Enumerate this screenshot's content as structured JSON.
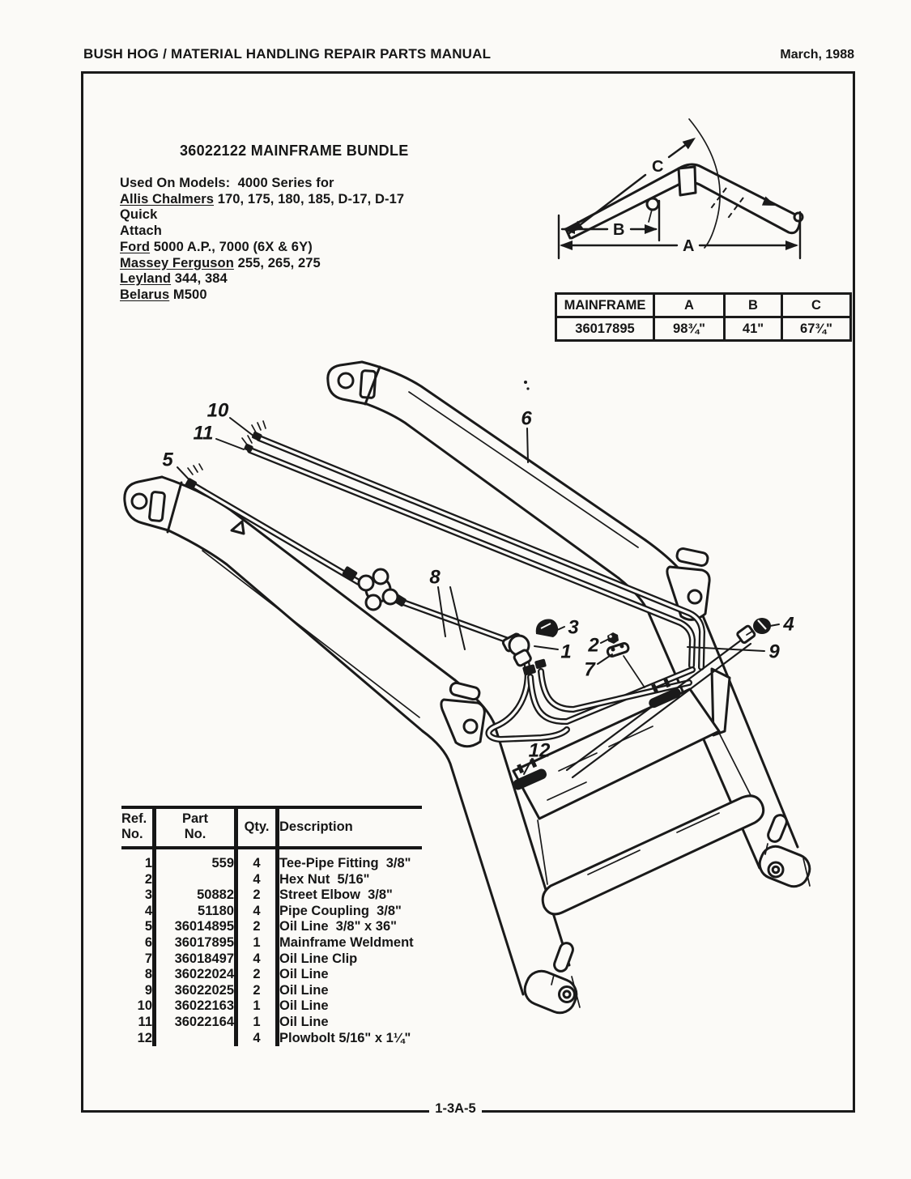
{
  "header": {
    "manual_title": "BUSH HOG / MATERIAL HANDLING REPAIR PARTS MANUAL",
    "date": "March, 1988"
  },
  "footer": {
    "page_number": "1-3A-5"
  },
  "bundle": {
    "title": "36022122 MAINFRAME BUNDLE",
    "used_on_lines": [
      {
        "u": "",
        "text": "Used On Models:  4000 Series for"
      },
      {
        "u": "Allis Chalmers",
        "text": " 170, 175, 180, 185, D-17, D-17 Quick"
      },
      {
        "u": "",
        "text": "Attach"
      },
      {
        "u": "Ford",
        "text": " 5000 A.P., 7000 (6X & 6Y)"
      },
      {
        "u": "Massey Ferguson",
        "text": " 255, 265, 275"
      },
      {
        "u": "Leyland",
        "text": " 344, 384"
      },
      {
        "u": "Belarus",
        "text": " M500"
      }
    ]
  },
  "dimension_figure": {
    "a": "A",
    "b": "B",
    "c": "C"
  },
  "mainframe_table": {
    "headers": [
      "MAINFRAME",
      "A",
      "B",
      "C"
    ],
    "row": [
      "36017895",
      "98¾\"",
      "41\"",
      "67¾\""
    ]
  },
  "parts_table": {
    "headers": {
      "ref1": "Ref.",
      "ref2": "No.",
      "part1": "Part",
      "part2": "No.",
      "qty": "Qty.",
      "desc": "Description"
    },
    "rows": [
      {
        "ref": "1",
        "part": "559",
        "qty": "4",
        "desc": "Tee-Pipe Fitting  3/8\""
      },
      {
        "ref": "2",
        "part": "",
        "qty": "4",
        "desc": "Hex Nut  5/16\""
      },
      {
        "ref": "3",
        "part": "50882",
        "qty": "2",
        "desc": "Street Elbow  3/8\""
      },
      {
        "ref": "4",
        "part": "51180",
        "qty": "4",
        "desc": "Pipe Coupling  3/8\""
      },
      {
        "ref": "5",
        "part": "36014895",
        "qty": "2",
        "desc": "Oil Line  3/8\" x 36\""
      },
      {
        "ref": "6",
        "part": "36017895",
        "qty": "1",
        "desc": "Mainframe Weldment"
      },
      {
        "ref": "7",
        "part": "36018497",
        "qty": "4",
        "desc": "Oil Line Clip"
      },
      {
        "ref": "8",
        "part": "36022024",
        "qty": "2",
        "desc": "Oil Line"
      },
      {
        "ref": "9",
        "part": "36022025",
        "qty": "2",
        "desc": "Oil Line"
      },
      {
        "ref": "10",
        "part": "36022163",
        "qty": "1",
        "desc": "Oil Line"
      },
      {
        "ref": "11",
        "part": "36022164",
        "qty": "1",
        "desc": "Oil Line"
      },
      {
        "ref": "12",
        "part": "",
        "qty": "4",
        "desc": "Plowbolt 5/16\" x 1¼\""
      }
    ]
  },
  "drawing": {
    "callouts": [
      "1",
      "2",
      "3",
      "4",
      "5",
      "6",
      "7",
      "8",
      "9",
      "10",
      "11",
      "12"
    ]
  },
  "colors": {
    "ink": "#1a1a1a",
    "paper": "#fbfaf7"
  }
}
